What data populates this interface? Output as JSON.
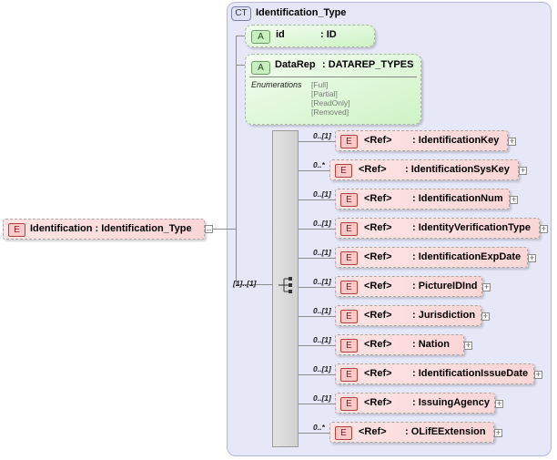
{
  "complex_type": {
    "badge": "CT",
    "name": "Identification_Type"
  },
  "attributes": [
    {
      "badge": "A",
      "name": "id",
      "type": ": ID"
    },
    {
      "badge": "A",
      "name": "DataRep",
      "type": ": DATAREP_TYPES",
      "enumerations_label": "Enumerations",
      "enumerations": [
        "[Full]",
        "[Partial]",
        "[ReadOnly]",
        "[Removed]"
      ]
    }
  ],
  "root_element": {
    "badge": "E",
    "label": "Identification : Identification_Type",
    "collapse": "–"
  },
  "sequence": {
    "cardinality": "[1]..[1]"
  },
  "elements": [
    {
      "card": "0..[1]",
      "badge": "E",
      "ref": "<Ref>",
      "name": ": IdentificationKey",
      "expand": "+"
    },
    {
      "card": "0..*",
      "badge": "E",
      "ref": "<Ref>",
      "name": ": IdentificationSysKey",
      "expand": "+"
    },
    {
      "card": "0..[1]",
      "badge": "E",
      "ref": "<Ref>",
      "name": ": IdentificationNum",
      "expand": "+"
    },
    {
      "card": "0..[1]",
      "badge": "E",
      "ref": "<Ref>",
      "name": ": IdentityVerificationType",
      "expand": "+"
    },
    {
      "card": "0..[1]",
      "badge": "E",
      "ref": "<Ref>",
      "name": ": IdentificationExpDate",
      "expand": "+"
    },
    {
      "card": "0..[1]",
      "badge": "E",
      "ref": "<Ref>",
      "name": ": PictureIDInd",
      "expand": "+"
    },
    {
      "card": "0..[1]",
      "badge": "E",
      "ref": "<Ref>",
      "name": ": Jurisdiction",
      "expand": "+"
    },
    {
      "card": "0..[1]",
      "badge": "E",
      "ref": "<Ref>",
      "name": ": Nation",
      "expand": "+"
    },
    {
      "card": "0..[1]",
      "badge": "E",
      "ref": "<Ref>",
      "name": ": IdentificationIssueDate",
      "expand": "+"
    },
    {
      "card": "0..[1]",
      "badge": "E",
      "ref": "<Ref>",
      "name": ": IssuingAgency",
      "expand": "+"
    },
    {
      "card": "0..*",
      "badge": "E",
      "ref": "<Ref>",
      "name": ": OLifEExtension",
      "expand": "+"
    }
  ]
}
